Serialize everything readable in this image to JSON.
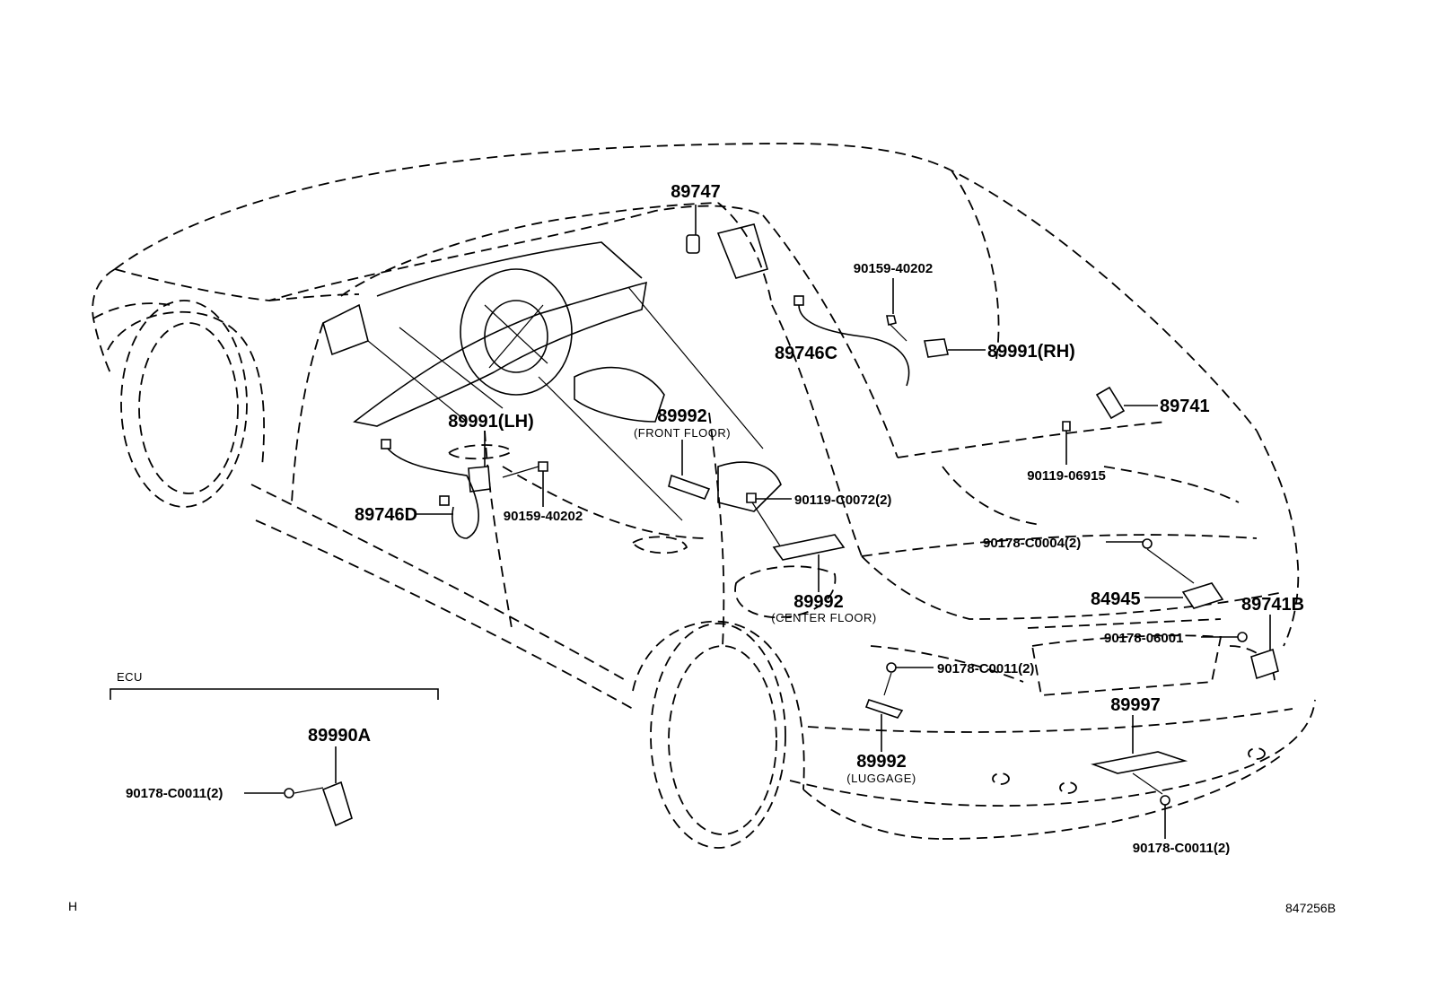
{
  "diagram_code": "847256B",
  "corner_mark": "H",
  "ecu_group": {
    "label": "ECU"
  },
  "parts": [
    {
      "id": "p89747",
      "number": "89747"
    },
    {
      "id": "p90159_40202_top",
      "number": "90159-40202"
    },
    {
      "id": "p89746C",
      "number": "89746C"
    },
    {
      "id": "p89991RH",
      "number": "89991(RH)"
    },
    {
      "id": "p89741",
      "number": "89741"
    },
    {
      "id": "p90119_06915",
      "number": "90119-06915"
    },
    {
      "id": "p89991LH",
      "number": "89991(LH)"
    },
    {
      "id": "p89992_front",
      "number": "89992",
      "sub": "(FRONT FLOOR)"
    },
    {
      "id": "p90119_C0072",
      "number": "90119-C0072(2)"
    },
    {
      "id": "p89746D",
      "number": "89746D"
    },
    {
      "id": "p90159_40202_mid",
      "number": "90159-40202"
    },
    {
      "id": "p90178_C0004",
      "number": "90178-C0004(2)"
    },
    {
      "id": "p84945",
      "number": "84945"
    },
    {
      "id": "p89741B",
      "number": "89741B"
    },
    {
      "id": "p89992_center",
      "number": "89992",
      "sub": "(CENTER FLOOR)"
    },
    {
      "id": "p90178_06001",
      "number": "90178-06001"
    },
    {
      "id": "p90178_C0011_lug",
      "number": "90178-C0011(2)"
    },
    {
      "id": "p89997",
      "number": "89997"
    },
    {
      "id": "p89992_luggage",
      "number": "89992",
      "sub": "(LUGGAGE)"
    },
    {
      "id": "p89990A",
      "number": "89990A"
    },
    {
      "id": "p90178_C0011_ecu",
      "number": "90178-C0011(2)"
    },
    {
      "id": "p90178_C0011_bot",
      "number": "90178-C0011(2)"
    }
  ]
}
